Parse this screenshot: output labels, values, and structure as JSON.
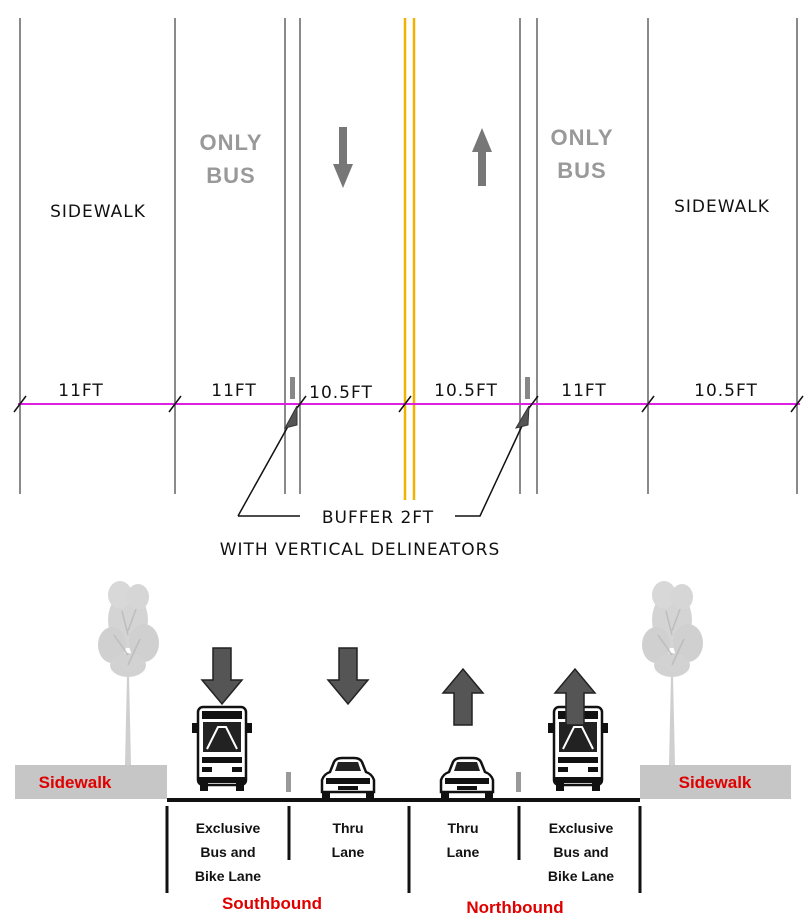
{
  "plan": {
    "sidewalk_left": "SIDEWALK",
    "sidewalk_right": "SIDEWALK",
    "bus_left_line1": "ONLY",
    "bus_left_line2": "BUS",
    "bus_right_line1": "ONLY",
    "bus_right_line2": "BUS",
    "dims": [
      "11FT",
      "11FT",
      "10.5FT",
      "10.5FT",
      "11FT",
      "10.5FT"
    ],
    "buffer_line1": "BUFFER 2FT",
    "buffer_line2": "WITH VERTICAL DELINEATORS",
    "colors": {
      "dimension_line": "#e020e0",
      "center_line": "#f0b400",
      "lane_line": "#888888",
      "arrow": "#777777"
    }
  },
  "section": {
    "sidewalk_left": "Sidewalk",
    "sidewalk_right": "Sidewalk",
    "lanes": [
      {
        "line1": "Exclusive",
        "line2": "Bus and",
        "line3": "Bike Lane"
      },
      {
        "line1": "Thru",
        "line2": "Lane"
      },
      {
        "line1": "Thru",
        "line2": "Lane"
      },
      {
        "line1": "Exclusive",
        "line2": "Bus and",
        "line3": "Bike Lane"
      }
    ],
    "direction_left": "Southbound",
    "direction_right": "Northbound",
    "colors": {
      "sidewalk_fill": "#c6c6c6",
      "label_red": "#e00000",
      "tree": "#cfcfcf"
    }
  }
}
